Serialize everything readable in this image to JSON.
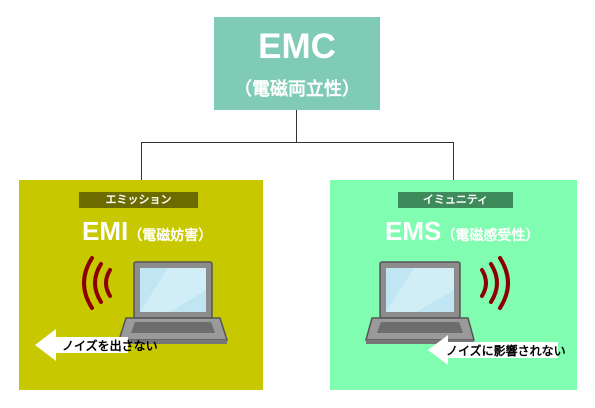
{
  "colors": {
    "top_box": "#7fcbb5",
    "emi_panel": "#c8c800",
    "emi_tag": "#6b6b00",
    "ems_panel": "#80fdb0",
    "ems_tag": "#3d8a5a",
    "wave": "#8b0000"
  },
  "top": {
    "title": "EMC",
    "subtitle": "（電磁両立性）"
  },
  "emi": {
    "tag": "エミッション",
    "acronym": "EMI",
    "paren": "（電磁妨害）",
    "arrow_text": "ノイズを出さない",
    "icons": [
      "laptop-icon",
      "signal-waves-icon",
      "arrow-left-icon"
    ]
  },
  "ems": {
    "tag": "イミュニティ",
    "acronym": "EMS",
    "paren": "（電磁感受性）",
    "arrow_text": "ノイズに影響されない",
    "icons": [
      "laptop-icon",
      "signal-waves-icon",
      "arrow-left-icon"
    ]
  }
}
